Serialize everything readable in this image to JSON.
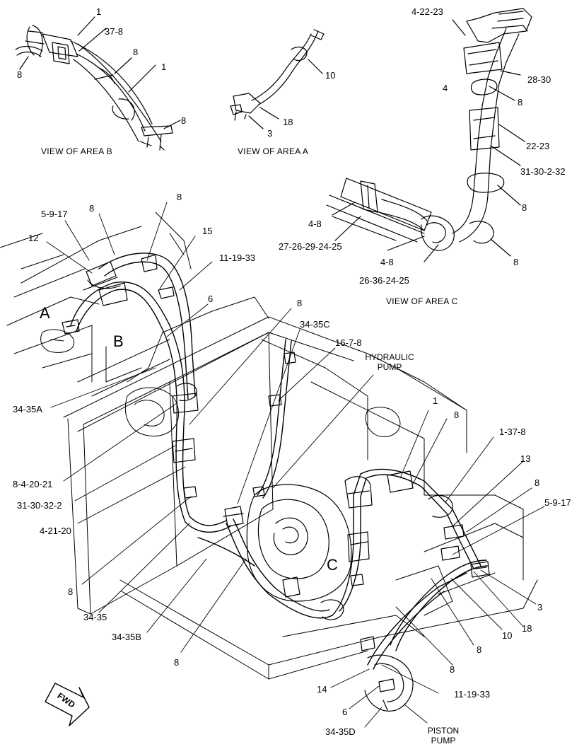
{
  "views": {
    "area_b_title": "VIEW OF AREA  B",
    "area_a_title": "VIEW OF AREA  A",
    "area_c_title": "VIEW OF AREA  C"
  },
  "area_labels": {
    "a": "A",
    "b": "B",
    "c": "C"
  },
  "components": {
    "hydraulic_pump": [
      "HYDRAULIC",
      "PUMP"
    ],
    "piston_pump": [
      "PISTON",
      "PUMP"
    ],
    "fwd": "FWD"
  },
  "callouts": {
    "b_1a": "1",
    "b_37_8": "37-8",
    "b_8a": "8",
    "b_8b": "8",
    "b_1b": "1",
    "b_8c": "8",
    "a_10": "10",
    "a_18": "18",
    "a_3": "3",
    "c_4_22_23": "4-22-23",
    "c_28_30": "28-30",
    "c_8a": "8",
    "c_4": "4",
    "c_22_23": "22-23",
    "c_31_30_2_32": "31-30-2-32",
    "c_8b": "8",
    "c_4_8a": "4-8",
    "c_27": "27-26-29-24-25",
    "c_4_8b": "4-8",
    "c_26": "26-36-24-25",
    "c_8c": "8",
    "m_8a": "8",
    "m_5_9_17": "5-9-17",
    "m_8b": "8",
    "m_15": "15",
    "m_12": "12",
    "m_11_19_33": "11-19-33",
    "m_6": "6",
    "m_8c": "8",
    "m_34_35c": "34-35C",
    "m_16_7_8": "16-7-8",
    "m_34_35a": "34-35A",
    "m_8_4_20_21": "8-4-20-21",
    "m_31_30_32_2": "31-30-32-2",
    "m_4_21_20": "4-21-20",
    "m_1": "1",
    "m_8d": "8",
    "m_1_37_8": "1-37-8",
    "m_13": "13",
    "m_8e": "8",
    "m_5_9_17b": "5-9-17",
    "m_8f": "8",
    "m_3": "3",
    "m_18": "18",
    "m_10": "10",
    "m_8g": "8",
    "m_8h": "8",
    "m_34_35": "34-35",
    "m_34_35b": "34-35B",
    "m_8i": "8",
    "m_14": "14",
    "m_11_19_33b": "11-19-33",
    "m_6b": "6",
    "m_34_35d": "34-35D"
  }
}
